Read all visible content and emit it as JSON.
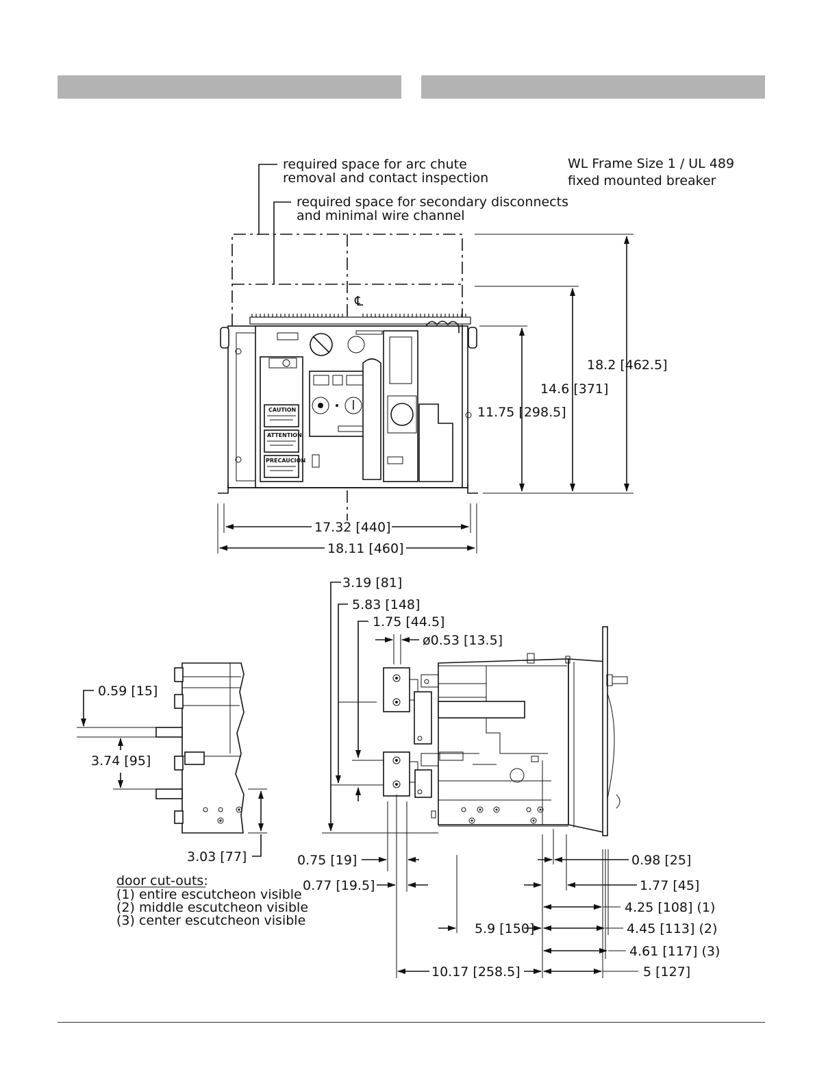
{
  "header": {
    "left_bar": "",
    "right_bar": ""
  },
  "notes": {
    "arc_chute_1": "required space for arc chute",
    "arc_chute_2": "removal and contact inspection",
    "secondary_1": "required space for secondary disconnects",
    "secondary_2": "and minimal wire channel",
    "frame_1": "WL Frame Size 1 / UL 489",
    "frame_2": "fixed mounted breaker",
    "centerline": "℄"
  },
  "front_view": {
    "dim_height_total": "18.2 [462.5]",
    "dim_height_mid": "14.6 [371]",
    "dim_height_body": "11.75 [298.5]",
    "dim_width_inner": "17.32 [440]",
    "dim_width_outer": "18.11 [460]"
  },
  "labels_panel": {
    "caution": "CAUTION",
    "attention": "ATTENTION",
    "precaucion": "PRECAUCION"
  },
  "side_view": {
    "d_319": "3.19 [81]",
    "d_583": "5.83 [148]",
    "d_175": "1.75 [44.5]",
    "d_053": "ø0.53 [13.5]",
    "d_075": "0.75 [19]",
    "d_077": "0.77 [19.5]",
    "d_59": "5.9 [150]",
    "d_1017": "10.17 [258.5]",
    "d_098": "0.98 [25]",
    "d_177": "1.77 [45]",
    "d_425": "4.25 [108] (1)",
    "d_445": "4.45 [113] (2)",
    "d_461": "4.61 [117] (3)",
    "d_5": "5 [127]"
  },
  "left_view": {
    "d_059": "0.59 [15]",
    "d_374": "3.74 [95]",
    "d_303": "3.03 [77]"
  },
  "door_cutouts": {
    "title": "door cut-outs:",
    "item1": "(1)  entire  escutcheon  visible",
    "item2": "(2)  middle  escutcheon  visible",
    "item3": "(3)  center  escutcheon  visible"
  }
}
